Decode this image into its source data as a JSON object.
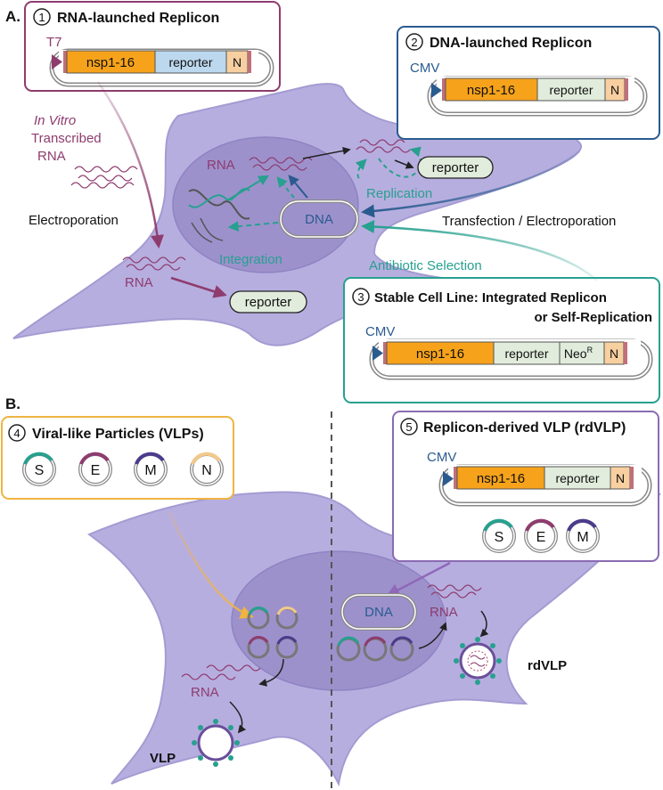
{
  "section_a": {
    "label": "A."
  },
  "section_b": {
    "label": "B."
  },
  "colors": {
    "cell": "#b7aee0",
    "cell_stroke": "#a49bd2",
    "nucleus": "#9d91cc",
    "purple": "#8e3c6e",
    "blue": "#2a5b8f",
    "teal": "#27a08f",
    "orange_gene": "#f6a21b",
    "reporter_blue": "#bcd8ee",
    "reporter_green": "#e1ecdc",
    "n_peach": "#f8cfa0",
    "vlp_orange": "#f3b94e",
    "rdvlp_purple": "#8a6bb2"
  },
  "box1": {
    "number": "1",
    "title": "RNA-launched Replicon",
    "promoter": "T7",
    "gene": "nsp1-16",
    "reporter": "reporter",
    "n": "N"
  },
  "box2": {
    "number": "2",
    "title": "DNA-launched Replicon",
    "promoter": "CMV",
    "gene": "nsp1-16",
    "reporter": "reporter",
    "n": "N"
  },
  "box3": {
    "number": "3",
    "title_line1": "Stable Cell Line: Integrated Replicon",
    "title_line2": "or Self-Replication",
    "promoter": "CMV",
    "gene": "nsp1-16",
    "reporter": "reporter",
    "neo": "Neo",
    "neo_sup": "R",
    "n": "N"
  },
  "box4": {
    "number": "4",
    "title": "Viral-like Particles (VLPs)",
    "plasmids": [
      "S",
      "E",
      "M",
      "N"
    ]
  },
  "box5": {
    "number": "5",
    "title": "Replicon-derived VLP (rdVLP)",
    "promoter": "CMV",
    "gene": "nsp1-16",
    "reporter": "reporter",
    "n": "N",
    "plasmids": [
      "S",
      "E",
      "M"
    ]
  },
  "labels_a": {
    "in_vitro": "In Vitro",
    "transcribed": "Transcribed",
    "rna_word": "RNA",
    "electroporation": "Electroporation",
    "rna_cyto": "RNA",
    "rna_nucleus": "RNA",
    "dna": "DNA",
    "integration": "Integration",
    "replication": "Replication",
    "reporter_top": "reporter",
    "reporter_bottom": "reporter",
    "transfection": "Transfection / Electroporation",
    "antibiotic": "Antibiotic Selection"
  },
  "labels_b": {
    "dna": "DNA",
    "rna_left": "RNA",
    "rna_right": "RNA",
    "vlp": "VLP",
    "rdvlp": "rdVLP"
  }
}
